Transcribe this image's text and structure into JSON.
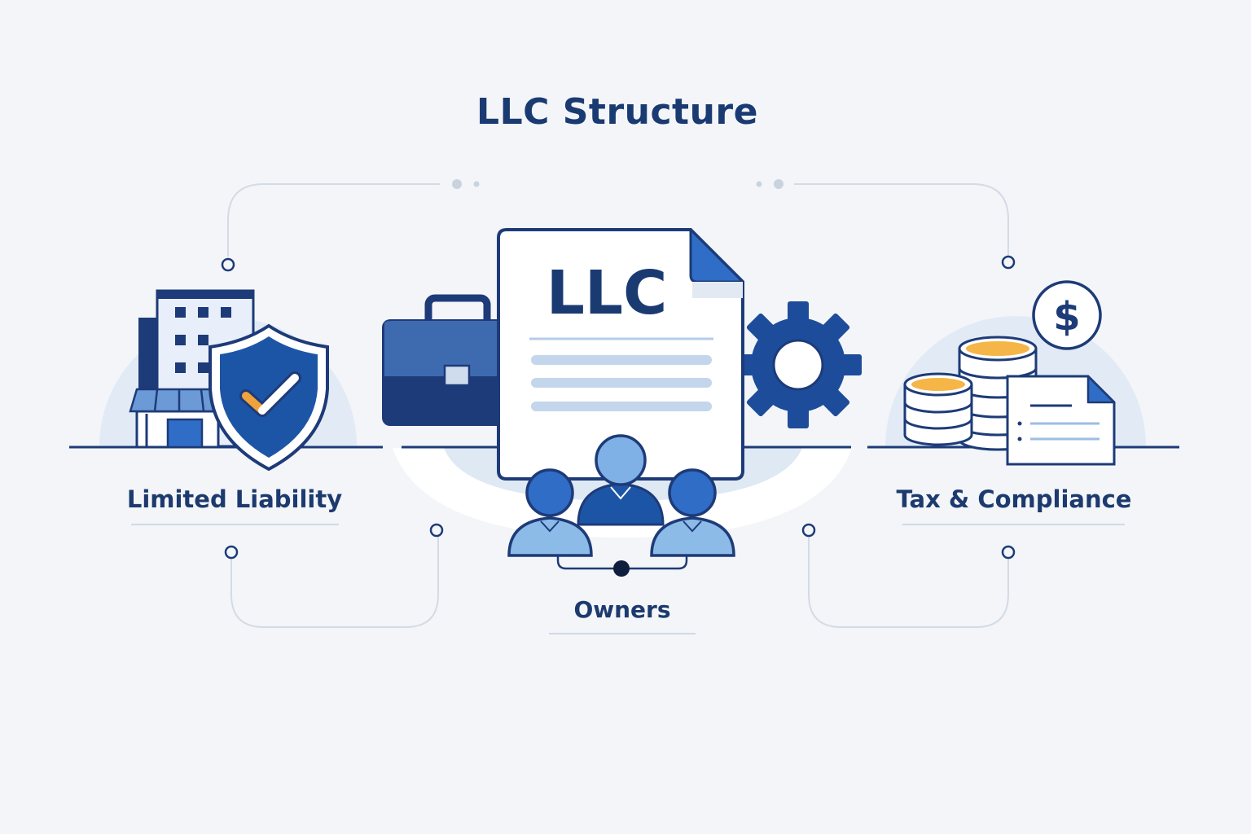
{
  "title": "LLC Structure",
  "document": {
    "heading": "LLC"
  },
  "sections": {
    "left": {
      "label": "Limited Liability"
    },
    "center": {
      "label": "Owners"
    },
    "right": {
      "label": "Tax & Compliance"
    }
  },
  "icons": {
    "left": [
      "building-icon",
      "storefront-icon",
      "shield-check-icon"
    ],
    "center": [
      "briefcase-icon",
      "document-icon",
      "gear-icon",
      "people-group-icon"
    ],
    "right": [
      "coin-stack-icon",
      "dollar-circle-icon",
      "report-document-icon"
    ]
  },
  "colors": {
    "navy": "#1d3b78",
    "blue": "#2f6dc6",
    "light_blue": "#8dbbe8",
    "accent_orange": "#f0a33a",
    "background": "#f3f5f8"
  }
}
